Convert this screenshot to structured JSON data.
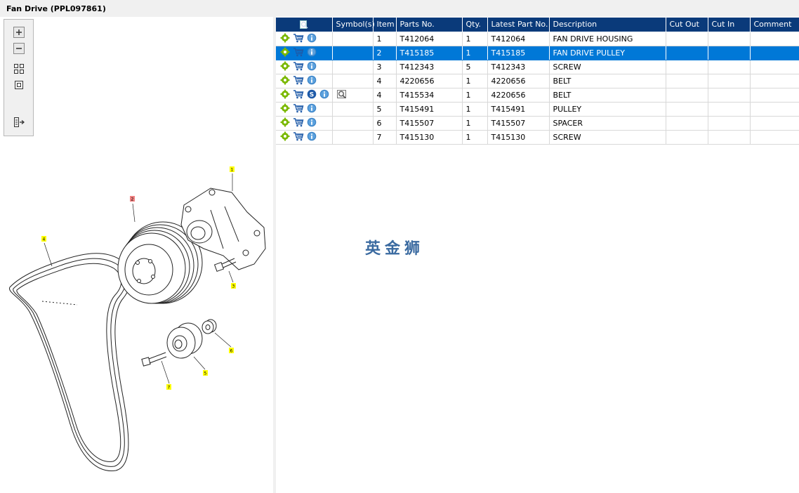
{
  "window": {
    "title": "Fan Drive (PPL097861)"
  },
  "toolbar": {
    "buttons": [
      {
        "name": "zoom-in-icon"
      },
      {
        "name": "zoom-out-icon"
      },
      {
        "name": "fit-all-icon"
      },
      {
        "name": "actual-size-icon"
      },
      {
        "name": "toggle-list-icon"
      }
    ]
  },
  "table": {
    "headers": {
      "actions": "",
      "symbols": "Symbol(s)",
      "item": "Item",
      "parts_no": "Parts No.",
      "qty": "Qty.",
      "latest_part_no": "Latest Part No.",
      "description": "Description",
      "cut_out": "Cut Out",
      "cut_in": "Cut In",
      "comment": "Comment"
    },
    "rows": [
      {
        "item": "1",
        "parts_no": "T412064",
        "qty": "1",
        "latest_part_no": "T412064",
        "description": "FAN DRIVE HOUSING",
        "cut_out": "",
        "cut_in": "",
        "comment": "",
        "selected": false,
        "has_s": false,
        "has_symbol": false
      },
      {
        "item": "2",
        "parts_no": "T415185",
        "qty": "1",
        "latest_part_no": "T415185",
        "description": "FAN DRIVE PULLEY",
        "cut_out": "",
        "cut_in": "",
        "comment": "",
        "selected": true,
        "has_s": false,
        "has_symbol": false
      },
      {
        "item": "3",
        "parts_no": "T412343",
        "qty": "5",
        "latest_part_no": "T412343",
        "description": "SCREW",
        "cut_out": "",
        "cut_in": "",
        "comment": "",
        "selected": false,
        "has_s": false,
        "has_symbol": false
      },
      {
        "item": "4",
        "parts_no": "4220656",
        "qty": "1",
        "latest_part_no": "4220656",
        "description": "BELT",
        "cut_out": "",
        "cut_in": "",
        "comment": "",
        "selected": false,
        "has_s": false,
        "has_symbol": false
      },
      {
        "item": "4",
        "parts_no": "T415534",
        "qty": "1",
        "latest_part_no": "4220656",
        "description": "BELT",
        "cut_out": "",
        "cut_in": "",
        "comment": "",
        "selected": false,
        "has_s": true,
        "has_symbol": true
      },
      {
        "item": "5",
        "parts_no": "T415491",
        "qty": "1",
        "latest_part_no": "T415491",
        "description": "PULLEY",
        "cut_out": "",
        "cut_in": "",
        "comment": "",
        "selected": false,
        "has_s": false,
        "has_symbol": false
      },
      {
        "item": "6",
        "parts_no": "T415507",
        "qty": "1",
        "latest_part_no": "T415507",
        "description": "SPACER",
        "cut_out": "",
        "cut_in": "",
        "comment": "",
        "selected": false,
        "has_s": false,
        "has_symbol": false
      },
      {
        "item": "7",
        "parts_no": "T415130",
        "qty": "1",
        "latest_part_no": "T415130",
        "description": "SCREW",
        "cut_out": "",
        "cut_in": "",
        "comment": "",
        "selected": false,
        "has_s": false,
        "has_symbol": false
      }
    ]
  },
  "watermark": "英金狮",
  "diagram": {
    "callouts": [
      {
        "label": "1",
        "highlight": false
      },
      {
        "label": "2",
        "highlight": true
      },
      {
        "label": "3",
        "highlight": false
      },
      {
        "label": "4",
        "highlight": false
      },
      {
        "label": "5",
        "highlight": false
      },
      {
        "label": "6",
        "highlight": false
      },
      {
        "label": "7",
        "highlight": false
      }
    ]
  },
  "colors": {
    "header_bg": "#0a3a7a",
    "selected_row": "#0078d7",
    "callout_yellow": "#ffff00",
    "callout_red": "#f08080"
  }
}
